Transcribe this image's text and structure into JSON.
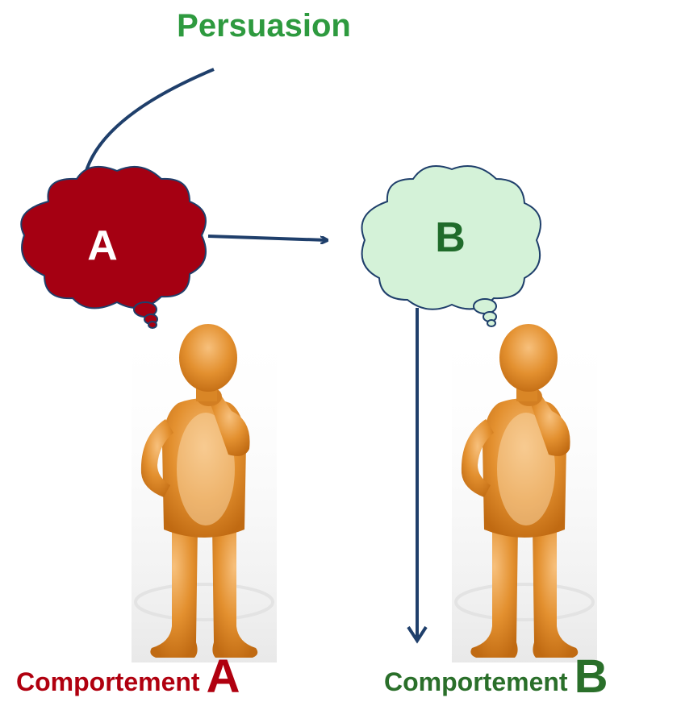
{
  "title": "Persuasion",
  "cloud_a": {
    "letter": "A",
    "fill": "#a50012"
  },
  "cloud_b": {
    "letter": "B",
    "fill": "#d4f2d8"
  },
  "behavior_a": {
    "word": "Comportement",
    "letter": "A",
    "color": "#b0000f"
  },
  "behavior_b": {
    "word": "Comportement",
    "letter": "B",
    "color": "#2a6f2a"
  },
  "colors": {
    "title": "#2e9a3f",
    "arrow": "#1f3f6b",
    "figure": "#e59a3b"
  }
}
